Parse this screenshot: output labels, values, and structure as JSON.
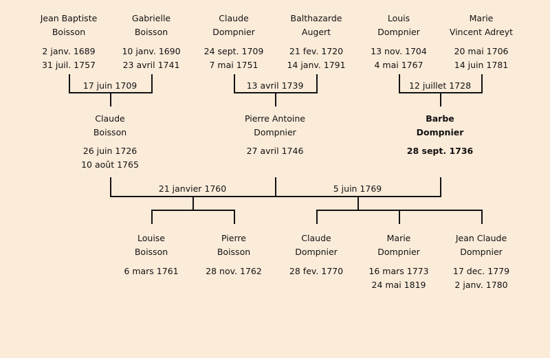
{
  "grandparents": [
    {
      "first": "Jean Baptiste",
      "last": "Boisson",
      "birth": "2 janv. 1689",
      "death": "31 juil. 1757"
    },
    {
      "first": "Gabrielle",
      "last": "Boisson",
      "birth": "10 janv. 1690",
      "death": "23 avril 1741"
    },
    {
      "first": "Claude",
      "last": "Dompnier",
      "birth": "24 sept. 1709",
      "death": "7 mai 1751"
    },
    {
      "first": "Balthazarde",
      "last": "Augert",
      "birth": "21 fev. 1720",
      "death": "14 janv. 1791"
    },
    {
      "first": "Louis",
      "last": "Dompnier",
      "birth": "13 nov. 1704",
      "death": "4 mai 1767"
    },
    {
      "first": "Marie",
      "last": "Vincent Adreyt",
      "birth": "20 mai 1706",
      "death": "14 juin 1781"
    }
  ],
  "grandparent_marriages": [
    "17 juin 1709",
    "13 avril 1739",
    "12 juillet 1728"
  ],
  "parents": [
    {
      "first": "Claude",
      "last": "Boisson",
      "birth": "26 juin 1726",
      "death": "10 août 1765"
    },
    {
      "first": "Pierre Antoine",
      "last": "Dompnier",
      "birth": "27 avril 1746",
      "death": ""
    },
    {
      "first": "Barbe",
      "last": "Dompnier",
      "birth": "28 sept. 1736",
      "death": "",
      "focus": true
    }
  ],
  "parent_marriages": [
    "21 janvier 1760",
    "5 juin 1769"
  ],
  "children": [
    {
      "first": "Louise",
      "last": "Boisson",
      "birth": "6 mars 1761",
      "death": ""
    },
    {
      "first": "Pierre",
      "last": "Boisson",
      "birth": "28 nov. 1762",
      "death": ""
    },
    {
      "first": "Claude",
      "last": "Dompnier",
      "birth": "28 fev. 1770",
      "death": ""
    },
    {
      "first": "Marie",
      "last": "Dompnier",
      "birth": "16 mars 1773",
      "death": "24 mai 1819"
    },
    {
      "first": "Jean Claude",
      "last": "Dompnier",
      "birth": "17 dec. 1779",
      "death": "2 janv. 1780"
    }
  ]
}
